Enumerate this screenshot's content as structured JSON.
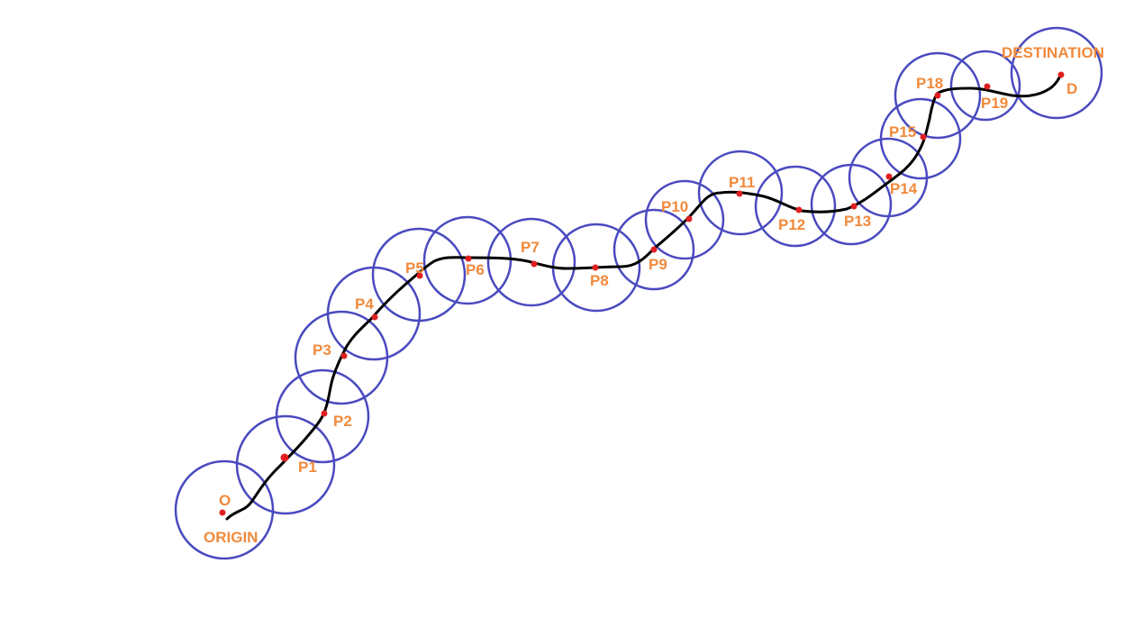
{
  "colors": {
    "circle": "#4a4ac0",
    "path": "#000000",
    "point": "#e02020",
    "label": "#f08a3c",
    "background": "#ffffff"
  },
  "points": [
    {
      "id": "O",
      "label": "O"
    },
    {
      "id": "P1",
      "label": "P1"
    },
    {
      "id": "P2",
      "label": "P2"
    },
    {
      "id": "P3",
      "label": "P3"
    },
    {
      "id": "P4",
      "label": "P4"
    },
    {
      "id": "P5",
      "label": "P5"
    },
    {
      "id": "P6",
      "label": "P6"
    },
    {
      "id": "P7",
      "label": "P7"
    },
    {
      "id": "P8",
      "label": "P8"
    },
    {
      "id": "P9",
      "label": "P9"
    },
    {
      "id": "P10",
      "label": "P10"
    },
    {
      "id": "P11",
      "label": "P11"
    },
    {
      "id": "P12",
      "label": "P12"
    },
    {
      "id": "P13",
      "label": "P13"
    },
    {
      "id": "P14",
      "label": "P14"
    },
    {
      "id": "P15",
      "label": "P15"
    },
    {
      "id": "P18",
      "label": "P18"
    },
    {
      "id": "P19",
      "label": "P19"
    },
    {
      "id": "D",
      "label": "D"
    }
  ],
  "origin_label": "ORIGIN",
  "destination_label": "DESTINATION"
}
